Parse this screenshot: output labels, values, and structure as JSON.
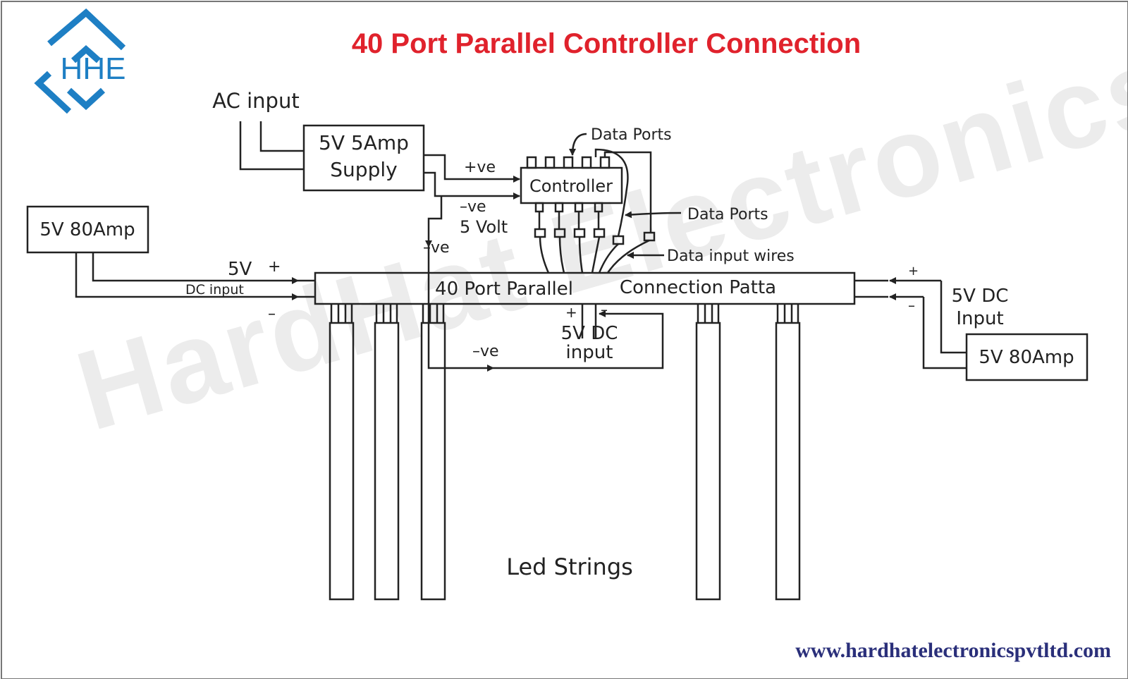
{
  "title": "40 Port Parallel Controller Connection",
  "logo": {
    "text": "HHE",
    "color": "#1e7fc4"
  },
  "watermark": "HardHat Electronics",
  "website": "www.hardhatelectronicspvtltd.com",
  "colors": {
    "title": "#e0222c",
    "url": "#2a2f7a",
    "line": "#222222"
  },
  "labels": {
    "ac_input": "AC input",
    "supply_line1": "5V 5Amp",
    "supply_line2": "Supply",
    "pos_ve": "+ve",
    "neg_ve_top": "–ve",
    "five_volt": "5 Volt",
    "neg_ve_mid": "–ve",
    "neg_ve_bottom": "–ve",
    "controller": "Controller",
    "data_ports_top": "Data Ports",
    "data_ports_right": "Data Ports",
    "data_input_wires": "Data input wires",
    "left_psu": "5V 80Amp",
    "right_psu": "5V 80Amp",
    "left_5v": "5V",
    "left_plus": "+",
    "left_dc_input": "DC input",
    "left_minus": "–",
    "right_plus": "+",
    "right_minus": "–",
    "right_dc_line1": "5V DC",
    "right_dc_line2": "Input",
    "patta_left": "40 Port Parallel",
    "patta_right": "Connection Patta",
    "mid_plus": "+",
    "mid_minus": "–",
    "mid_dc_line1": "5V DC",
    "mid_dc_line2": "input",
    "led_strings": "Led Strings"
  }
}
